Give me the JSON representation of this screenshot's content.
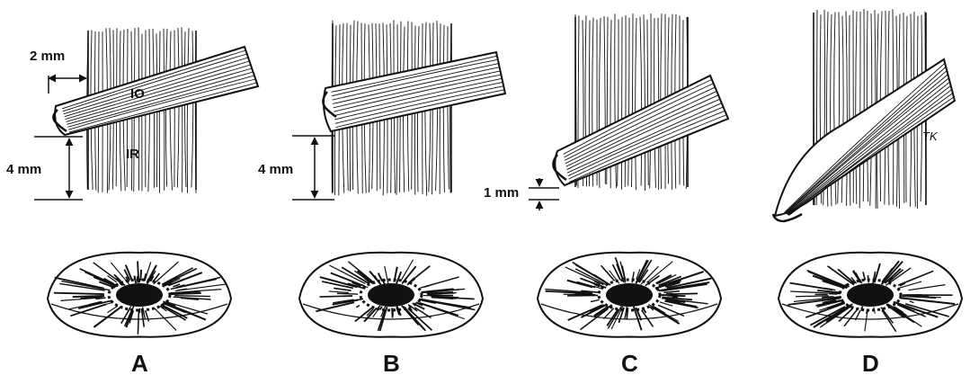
{
  "panels": [
    {
      "letter": "A",
      "io_label": "IO",
      "ir_label": "IR",
      "dim_top": "2 mm",
      "dim_side": "4 mm"
    },
    {
      "letter": "B",
      "dim_side": "4 mm"
    },
    {
      "letter": "C",
      "dim_side": "1 mm"
    },
    {
      "letter": "D",
      "signature": "TK"
    }
  ],
  "colors": {
    "ink": "#111111",
    "paper": "#ffffff",
    "pupil": "#111111"
  }
}
